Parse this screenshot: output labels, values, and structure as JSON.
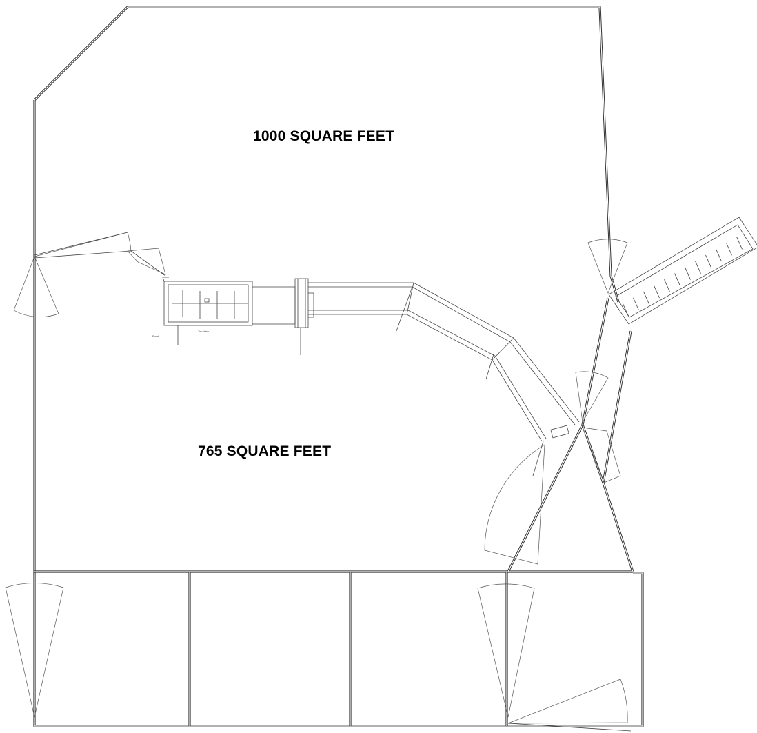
{
  "areas": {
    "upper_label": "1000 SQUARE FEET",
    "lower_label": "765 SQUARE FEET"
  },
  "unit_annotations": {
    "front": "Front",
    "top_view": "Top View"
  },
  "colors": {
    "line": "#333333",
    "background": "#ffffff",
    "text": "#000000"
  }
}
